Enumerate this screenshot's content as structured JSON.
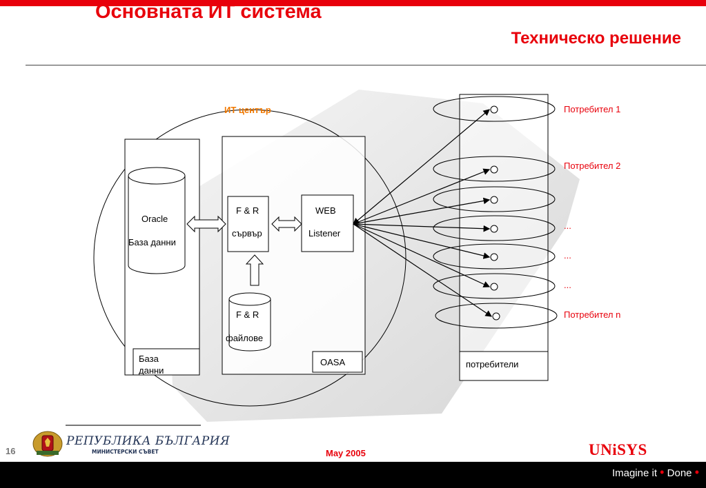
{
  "header": {
    "title": "Основната ИТ система",
    "subtitle": "Техническо решение"
  },
  "diagram": {
    "it_center_label": "ИТ център",
    "oracle_line1": "Oracle",
    "oracle_line2": "База данни",
    "db_box_line1": "База",
    "db_box_line2": "данни",
    "fr_server_line1": "F & R",
    "fr_server_line2": "сървър",
    "web_line1": "WEB",
    "web_line2": "Listener",
    "fr_files_line1": "F & R",
    "fr_files_line2": "файлове",
    "oasa_label": "OASA",
    "users_box_label": "потребители",
    "user_labels": [
      "Потребител 1",
      "Потребител 2",
      "...",
      "...",
      "...",
      "Потребител n"
    ]
  },
  "footer": {
    "page_number": "16",
    "republic": "РЕПУБЛИКА БЪЛГАРИЯ",
    "council": "МИНИСТЕРСКИ СЪВЕТ",
    "date": "May  2005",
    "brand": "UNiSYS",
    "tagline_a": "Imagine it",
    "tagline_b": "Done"
  },
  "colors": {
    "accent": "#e8000b",
    "line": "#000000",
    "shadow": "#d9d9d9"
  }
}
